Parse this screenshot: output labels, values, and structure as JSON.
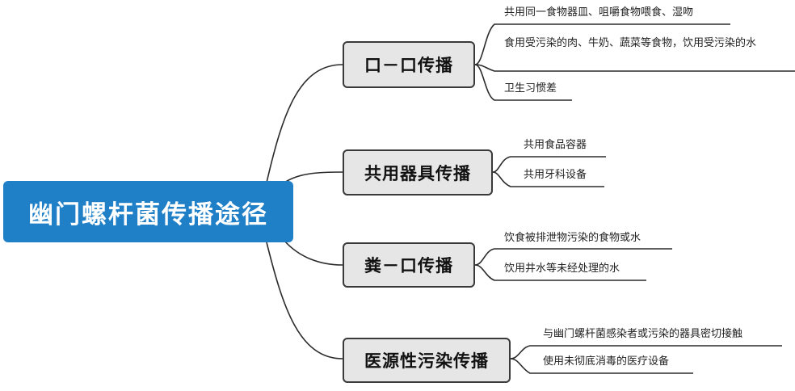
{
  "root": {
    "label": "幽门螺杆菌传播途径"
  },
  "branches": [
    {
      "label": "口－口传播",
      "leaves": [
        "共用同一食物器皿、咀嚼食物喂食、湿吻",
        "食用受污染的肉、牛奶、蔬菜等食物，饮用受污染的水",
        "卫生习惯差"
      ]
    },
    {
      "label": "共用器具传播",
      "leaves": [
        "共用食品容器",
        "共用牙科设备"
      ]
    },
    {
      "label": "粪－口传播",
      "leaves": [
        "饮食被排泄物污染的食物或水",
        "饮用井水等未经处理的水"
      ]
    },
    {
      "label": "医源性污染传播",
      "leaves": [
        "与幽门螺杆菌感染者或污染的器具密切接触",
        "使用未彻底消毒的医疗设备"
      ]
    }
  ]
}
